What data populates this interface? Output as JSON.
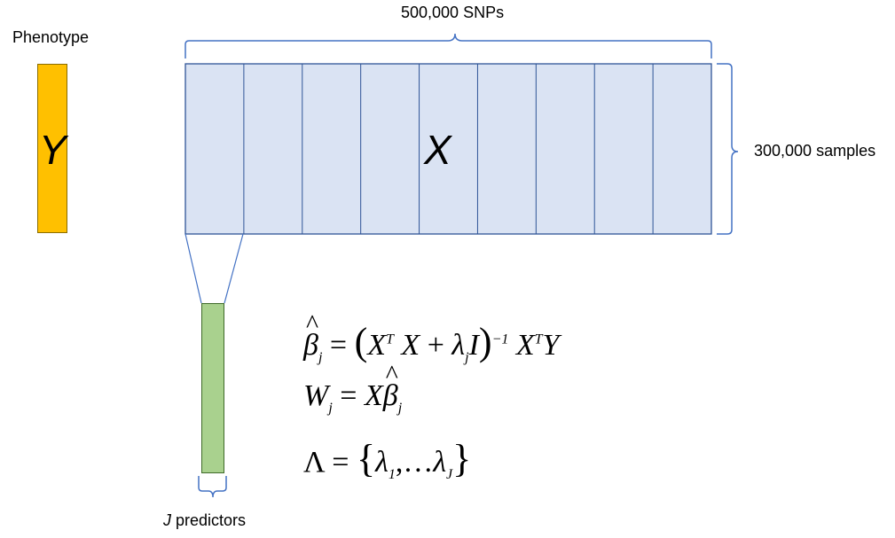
{
  "labels": {
    "phenotype": "Phenotype",
    "snps": "500,000 SNPs",
    "samples": "300,000 samples",
    "predictors_j": "J",
    "predictors_rest": " predictors",
    "y_var": "Y",
    "x_var": "X"
  },
  "matrix": {
    "column_count": 9
  },
  "colors": {
    "phenotype_fill": "#FFC000",
    "matrix_fill": "#DAE3F3",
    "matrix_border": "#2F5597",
    "predictor_fill": "#A9D18E",
    "brace": "#4472C4"
  },
  "equations": [
    "β̂_j = (X^T X + λ_j I)^-1 X^T Y",
    "W_j = X β̂_j",
    "Λ = {λ_1, … λ_J}"
  ]
}
